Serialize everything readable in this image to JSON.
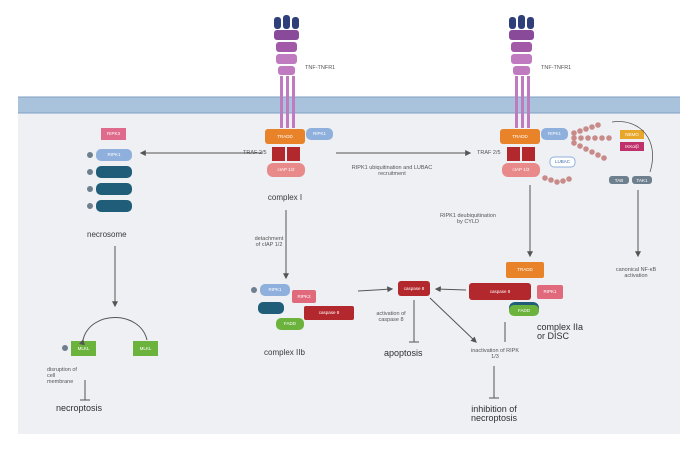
{
  "receptors": {
    "left_label": "TNF-TNFR1",
    "right_label": "TNF-TNFR1"
  },
  "complex1": {
    "tradd": "TRADD",
    "ripk1": "RIPK1",
    "traf": "TRAF 2/5",
    "ciap": "cIAP 1/2",
    "label": "complex I"
  },
  "complex1_right": {
    "tradd": "TRADD",
    "ripk1": "RIPK1",
    "traf": "TRAF 2/5",
    "ciap": "cIAP 1/2",
    "lubac": "LUBAC",
    "nemo": "NEMO",
    "ikk": "IKKα/β",
    "tab": "TAB",
    "tak": "TAK1"
  },
  "necrosome": {
    "top": "RIPK3",
    "ripk1": "RIPK1",
    "label": "necrosome"
  },
  "labels": {
    "ub_recruit": "RIPK1 ubiquitination and LUBAC recruitment",
    "deub_cyld": "RIPK1 deubiquitination by CYLD",
    "detach": "detachment of cIAP 1/2",
    "canonical": "canonical NF-κB activation",
    "complex2b": "complex IIb",
    "act_casp8": "activation of caspase 8",
    "apoptosis": "apoptosis",
    "inact": "inactivation of RIPK 1/3",
    "inhibition": "inhibition of necroptosis",
    "complex2a": "complex IIa or DISC",
    "disruption": "disruption of cell membrane",
    "necroptosis": "necroptosis"
  },
  "complex2b_parts": {
    "a": "RIPK1",
    "b": "RIPK3",
    "c": "FADD",
    "d": "caspase 8"
  },
  "complex2a_parts": {
    "tradd": "TRADD",
    "a": "caspase 8",
    "b": "RIPK1",
    "c": "FADD"
  },
  "casp8_active": "caspase 8",
  "mlkl": {
    "left": "MLKL",
    "right": "MLKL"
  },
  "colors": {
    "membrane": "#aac3dd",
    "cytoplasm": "#eef0f4",
    "receptor_top": "#2f3f7a",
    "receptor_mid": "#8a4a9a",
    "receptor_low": "#c07ac0",
    "tradd": "#e8832a",
    "red": "#b3282d",
    "pink": "#e98a8a",
    "ripk1": "#8fb0dc",
    "teal": "#1f5d78",
    "green": "#6cb33e",
    "magenta": "#c0306a",
    "grey": "#6e7f8e"
  }
}
